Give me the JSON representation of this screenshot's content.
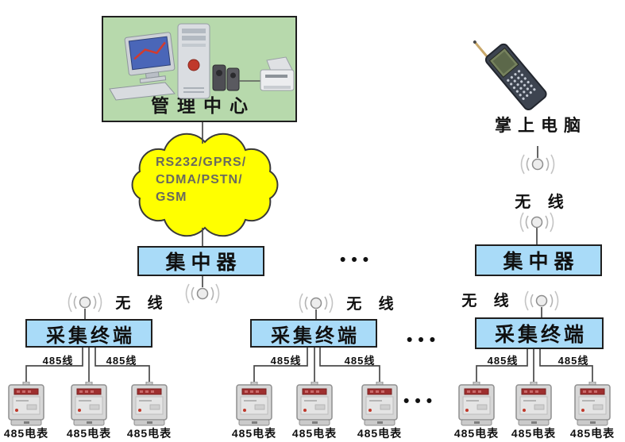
{
  "management_center": {
    "label": "管理中心"
  },
  "cloud": {
    "lines": [
      "RS232/GPRS/",
      "CDMA/PSTN/",
      "GSM"
    ]
  },
  "concentrator_label": "集中器",
  "terminal_label": "采集终端",
  "wireless_label": "无 线",
  "handheld": {
    "label": "掌上电脑"
  },
  "wire_label": "485线",
  "meter_label": "485电表",
  "ellipsis": "•••",
  "colors": {
    "management_bg": "#b7d9ac",
    "cloud_fill": "#ffff00",
    "node_bg": "#a9dbf8",
    "node_border": "#1f1f1f",
    "wire": "#4a4a4a",
    "meter_display": "#9e2f2f"
  }
}
